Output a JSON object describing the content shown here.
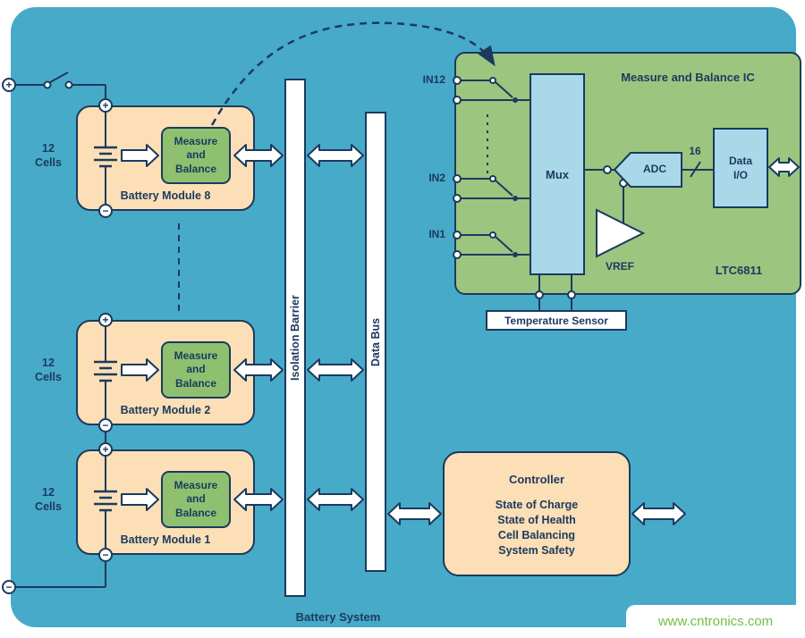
{
  "system": {
    "label": "Battery System",
    "watermark": "www.cntronics.com"
  },
  "colors": {
    "background_blue": "#47aac8",
    "module_orange": "#fcdfb6",
    "measure_green": "#8fc070",
    "ic_green": "#9cc580",
    "block_light_blue": "#a9d8e8",
    "line_navy": "#1b3a5e",
    "watermark_green": "#70bf44"
  },
  "terminals": {
    "plus": "+",
    "minus": "−"
  },
  "modules": [
    {
      "label": "Battery Module 8",
      "cells": "12\nCells",
      "measure": "Measure\nand\nBalance"
    },
    {
      "label": "Battery Module 2",
      "cells": "12\nCells",
      "measure": "Measure\nand\nBalance"
    },
    {
      "label": "Battery Module 1",
      "cells": "12\nCells",
      "measure": "Measure\nand\nBalance"
    }
  ],
  "bars": {
    "isolation_barrier": "Isolation Barrier",
    "data_bus": "Data Bus"
  },
  "ic": {
    "title": "Measure and Balance IC",
    "part_number": "LTC6811",
    "inputs": [
      {
        "label": "IN12"
      },
      {
        "label": "IN2"
      },
      {
        "label": "IN1"
      }
    ],
    "mux_label": "Mux",
    "adc_label": "ADC",
    "vref_label": "VREF",
    "bus_width": "16",
    "data_io": "Data\nI/O",
    "temperature_sensor": "Temperature Sensor"
  },
  "controller": {
    "title": "Controller",
    "lines": [
      "State of Charge",
      "State of Health",
      "Cell Balancing",
      "System Safety"
    ]
  }
}
